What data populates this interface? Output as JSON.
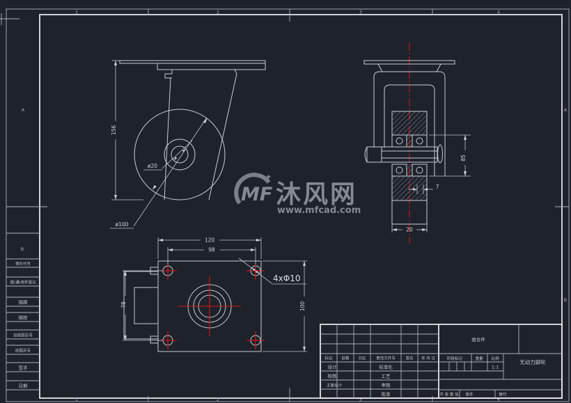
{
  "colors": {
    "background": "#1d222b",
    "line": "#c9cdd4",
    "frame": "#e2e5e9",
    "centerline_red": "#e51414",
    "watermark_gray": "#8e939b"
  },
  "zones": {
    "top": [
      "1",
      "2",
      "3",
      "4"
    ],
    "bottom": [
      "1",
      "2",
      "3",
      "4"
    ],
    "left": [
      "A",
      "B"
    ],
    "right": [
      "A",
      "B"
    ]
  },
  "left_strip": {
    "fields": [
      "零件代号",
      "借(通)用件登记",
      "描图",
      "描校",
      "旧底图总号",
      "底图总号",
      "签字",
      "日期"
    ]
  },
  "watermark": {
    "logo": "MF",
    "name": "沐风网",
    "url": "www.mfcad.com"
  },
  "views": {
    "side": {
      "dim_height": "156",
      "dim_hub": "ø20",
      "dim_wheel": "ø100"
    },
    "front": {
      "dim_span": "85",
      "dim_offset": "7",
      "dim_width": "20"
    },
    "top": {
      "dim_plate_w": "120",
      "dim_holes_w": "98",
      "dim_holes_h": "78",
      "dim_plate_h": "100",
      "dim_holes": "4xΦ10"
    }
  },
  "title_block": {
    "part_type": "组合件",
    "part_name": "无动力脚轮",
    "rev_header": {
      "mark": "标记",
      "count": "处数",
      "zone": "分区",
      "doc_no": "更改文件号",
      "sign": "签名",
      "date": "年 月 日"
    },
    "sign_rows": [
      {
        "left": "设计",
        "right": "标准化"
      },
      {
        "left": "校核",
        "right": "工艺"
      },
      {
        "left": "主管设计",
        "right": "审核"
      },
      {
        "left": "",
        "right": "批准"
      }
    ],
    "stage": "阶段标记",
    "weight": "重量",
    "scale": "比例",
    "scale_value": "1:1",
    "sheets": "共 张 第 张",
    "version": "版本",
    "replace": "替代"
  }
}
